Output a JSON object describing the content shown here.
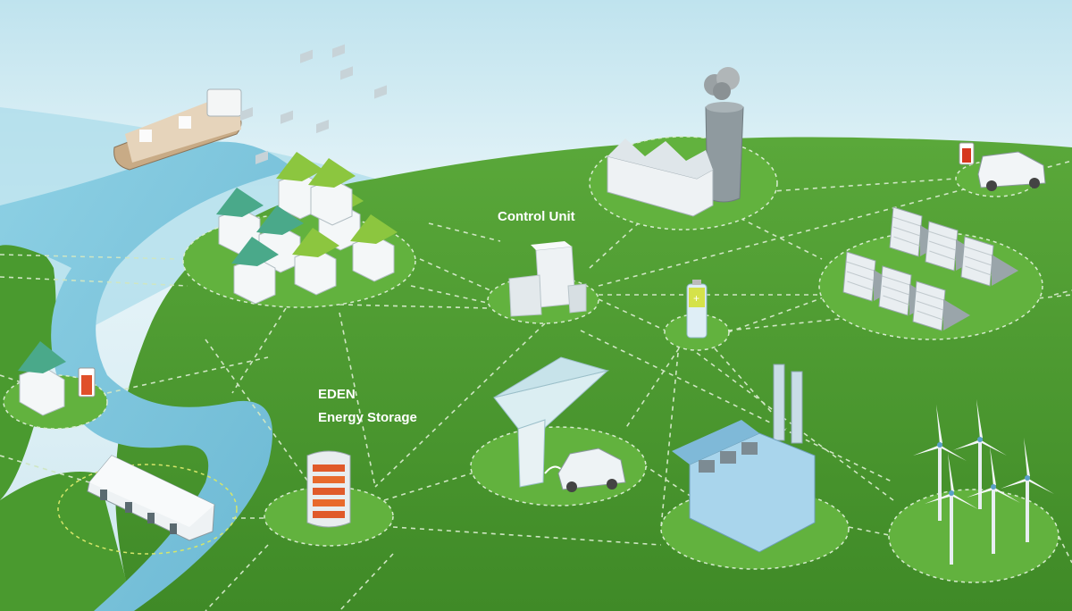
{
  "labels": {
    "control_unit": "Control Unit",
    "eden_line1": "EDEN",
    "eden_line2": "Energy Storage"
  },
  "colors": {
    "sky_top": "#d9eef5",
    "water": "#7ec5dd",
    "land": "#4f9e32",
    "land_dark": "#3f8a27",
    "platform": "#62b23e",
    "dashed_line": "#cfe6c3",
    "roof_green": "#8cc63f",
    "building_white": "#eef3f6"
  },
  "nodes": [
    {
      "id": "houses",
      "icon": "houses-icon"
    },
    {
      "id": "control_unit",
      "icon": "control-unit-icon"
    },
    {
      "id": "power_plant",
      "icon": "power-plant-icon"
    },
    {
      "id": "ev_charging_top",
      "icon": "electric-car-icon"
    },
    {
      "id": "solar_farm",
      "icon": "solar-panels-icon"
    },
    {
      "id": "battery",
      "icon": "battery-icon"
    },
    {
      "id": "single_house",
      "icon": "house-icon"
    },
    {
      "id": "eden_storage",
      "icon": "energy-storage-icon"
    },
    {
      "id": "paper_plane_ev",
      "icon": "paper-plane-icon"
    },
    {
      "id": "factory",
      "icon": "factory-icon"
    },
    {
      "id": "wind_farm",
      "icon": "wind-turbine-icon"
    },
    {
      "id": "ferry",
      "icon": "ship-icon"
    },
    {
      "id": "dock",
      "icon": "pier-icon"
    }
  ]
}
